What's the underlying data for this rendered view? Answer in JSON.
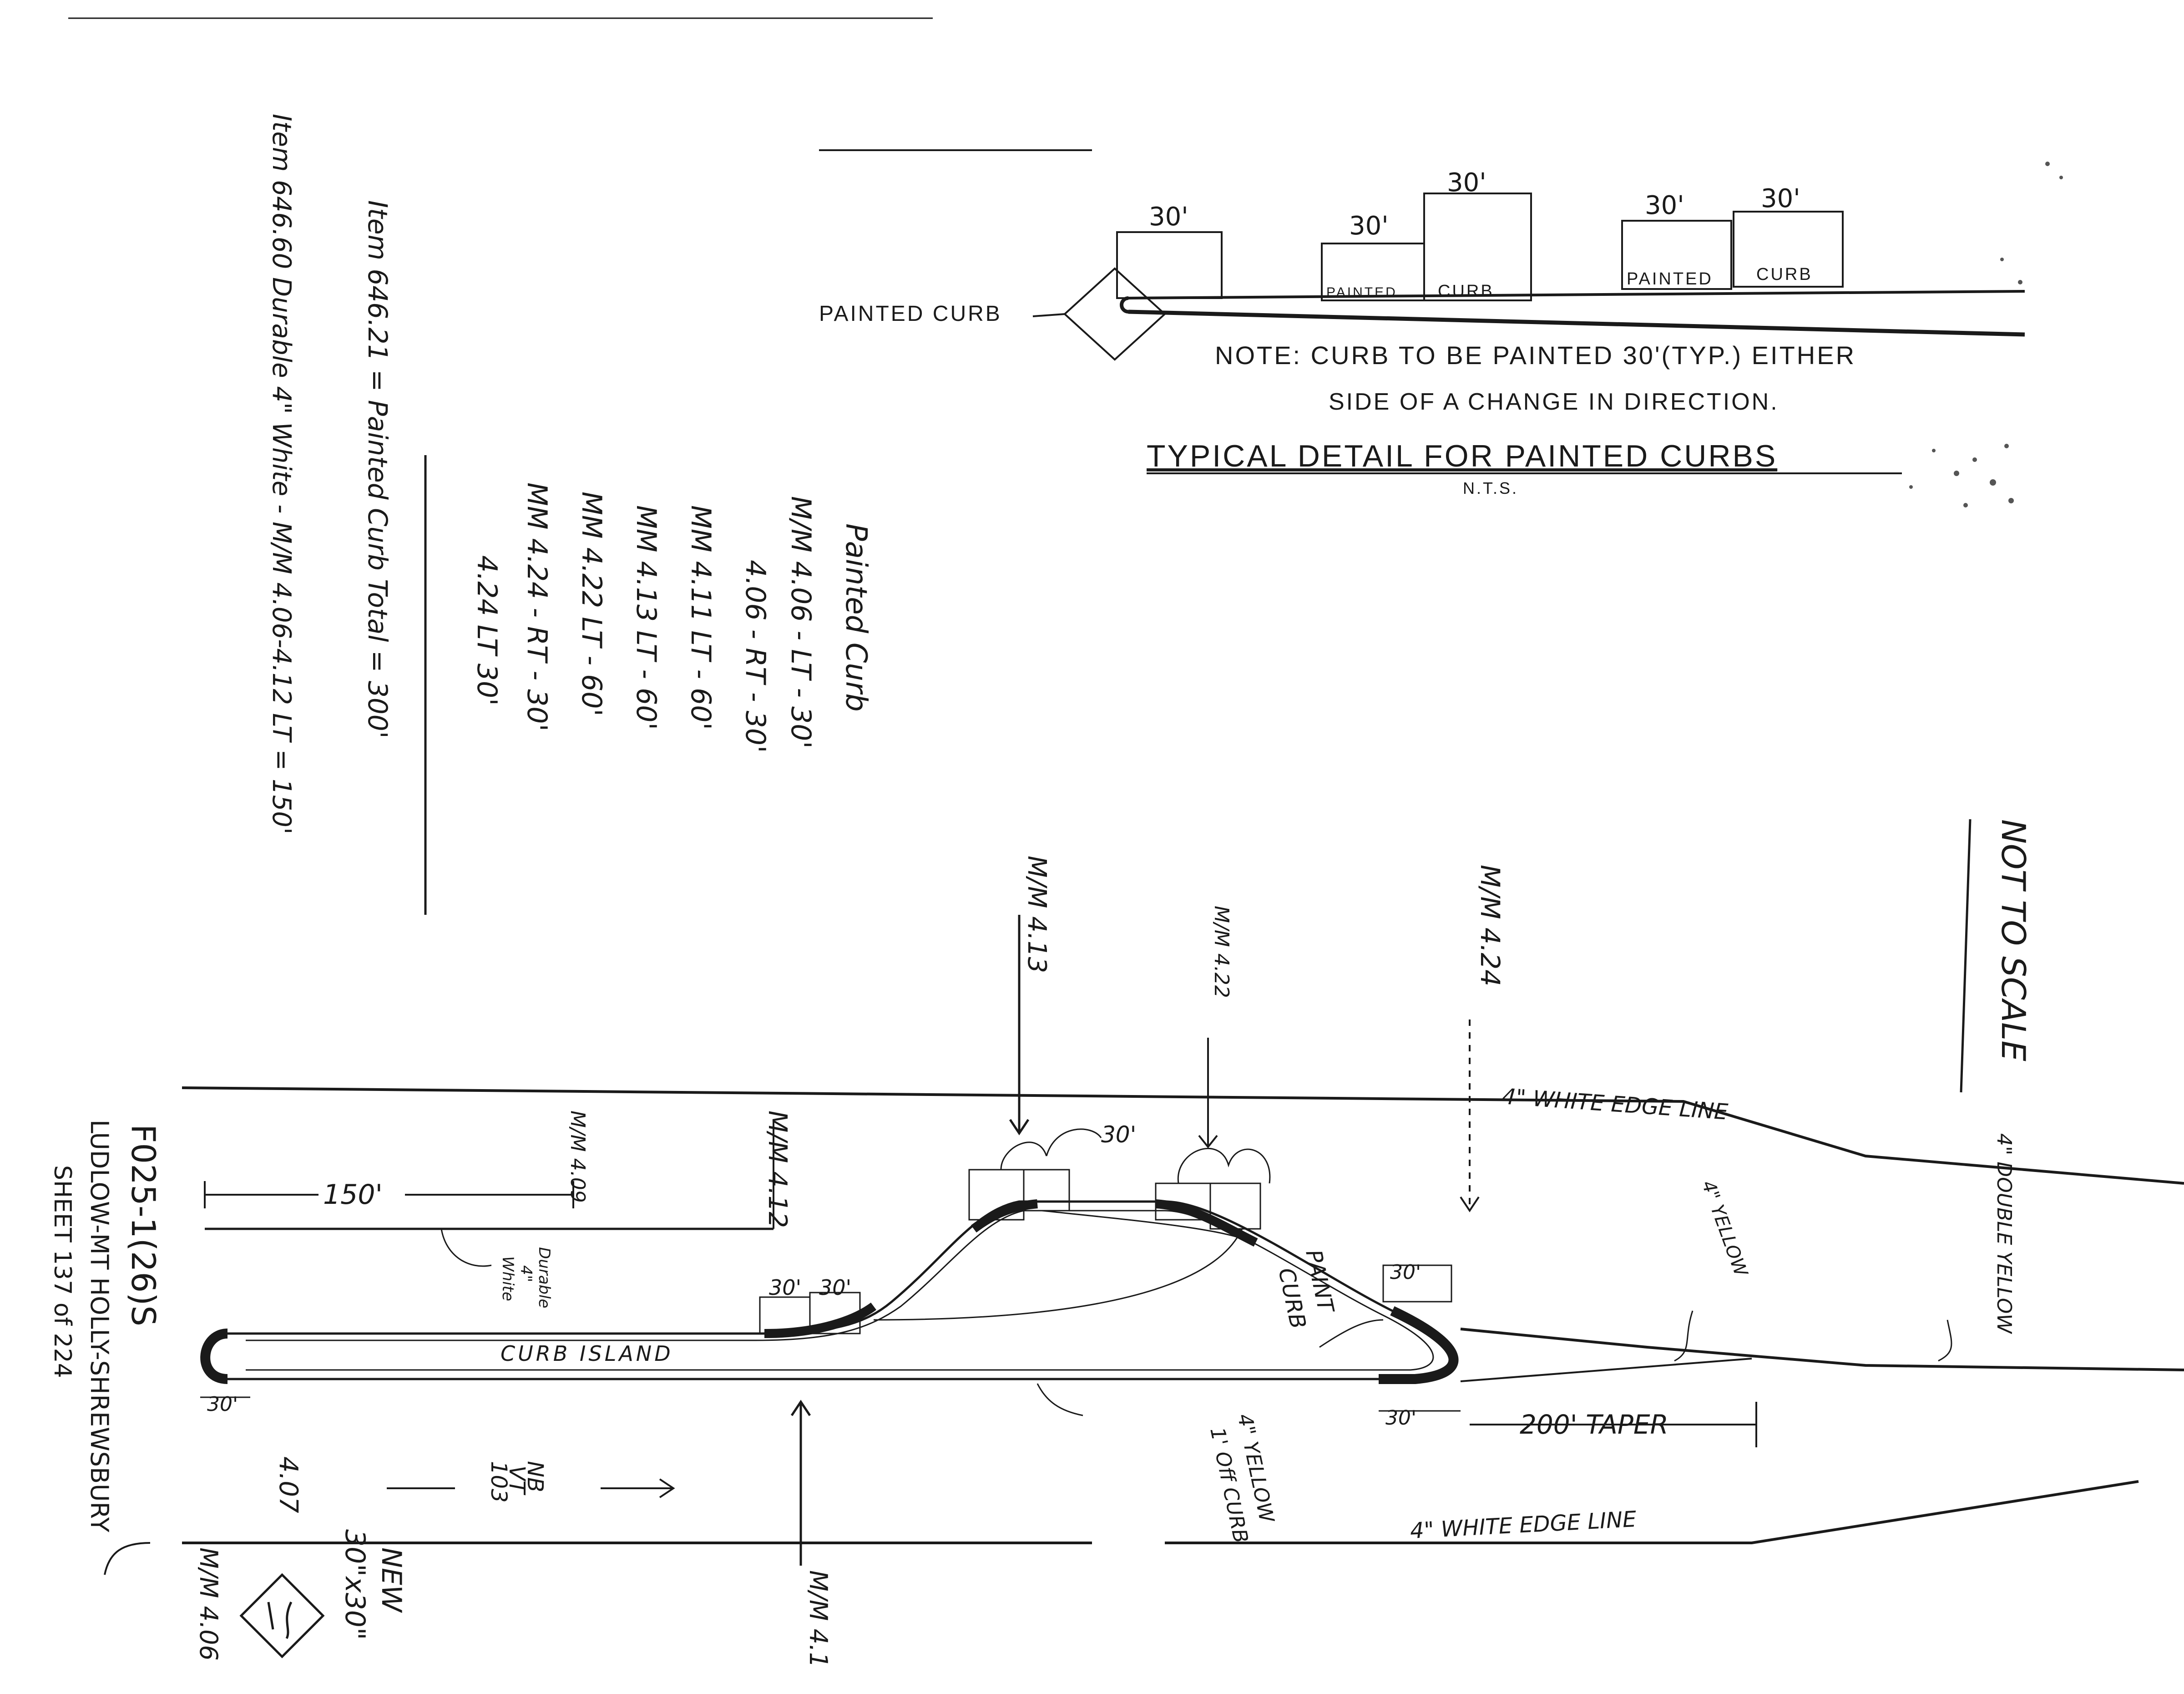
{
  "title": "NOT TO SCALE",
  "project": {
    "number": "F025-1(26)S",
    "route": "LUDLOW-MT HOLLY-SHREWSBURY",
    "sheet": "SHEET 137 of 224"
  },
  "items": {
    "item_646_60": "Item 646.60 Durable 4\" White - M/M 4.06-4.12 LT = 150'",
    "item_646_21": "Item 646.21 = Painted Curb Total = 300'"
  },
  "painted_curb_list": {
    "heading": "Painted Curb",
    "entries": [
      "M/M 4.06 - LT - 30'",
      "4.06 - RT - 30'",
      "MM 4.11 LT - 60'",
      "MM 4.13 LT - 60'",
      "MM 4.22 LT - 60'",
      "MM 4.24 - RT - 30'",
      "4.24 LT 30'"
    ]
  },
  "detail": {
    "title": "TYPICAL DETAIL FOR PAINTED CURBS",
    "scale": "N.T.S.",
    "painted_curb_label": "PAINTED CURB",
    "note_line1": "NOTE: CURB TO BE PAINTED 30'(TYP.) EITHER",
    "note_line2": "SIDE OF A CHANGE IN DIRECTION.",
    "dim_30": "30'",
    "painted": "PAINTED",
    "curb": "CURB"
  },
  "plan": {
    "mile_markers": {
      "mm_406": "M/M 4.06",
      "mm_407": "4.07",
      "mm_409": "M/M 4.09",
      "mm_41": "M/M 4.1",
      "mm_412": "M/M 4.12",
      "mm_413": "M/M 4.13",
      "mm_422": "M/M 4.22",
      "mm_424": "M/M 4.24"
    },
    "labels": {
      "white_edge_top": "4\" WHITE EDGE LINE",
      "white_edge_bottom": "4\" WHITE EDGE LINE",
      "double_yellow": "4\" DOUBLE YELLOW",
      "yellow": "4\" YELLOW",
      "yellow_curb_1": "4\" YELLOW",
      "yellow_curb_2": "1' Off CURB",
      "curb_island": "CURB ISLAND",
      "paint_curb_1": "PAINT",
      "paint_curb_2": "CURB",
      "durable_1": "Durable",
      "durable_2": "4\"",
      "durable_3": "White",
      "dim_150": "150'",
      "dim_30": "30'",
      "taper": "200' TAPER",
      "nb": "NB",
      "vt": "VT",
      "route_no": "103",
      "sign_new": "NEW",
      "sign_size": "30\"x30\""
    }
  }
}
